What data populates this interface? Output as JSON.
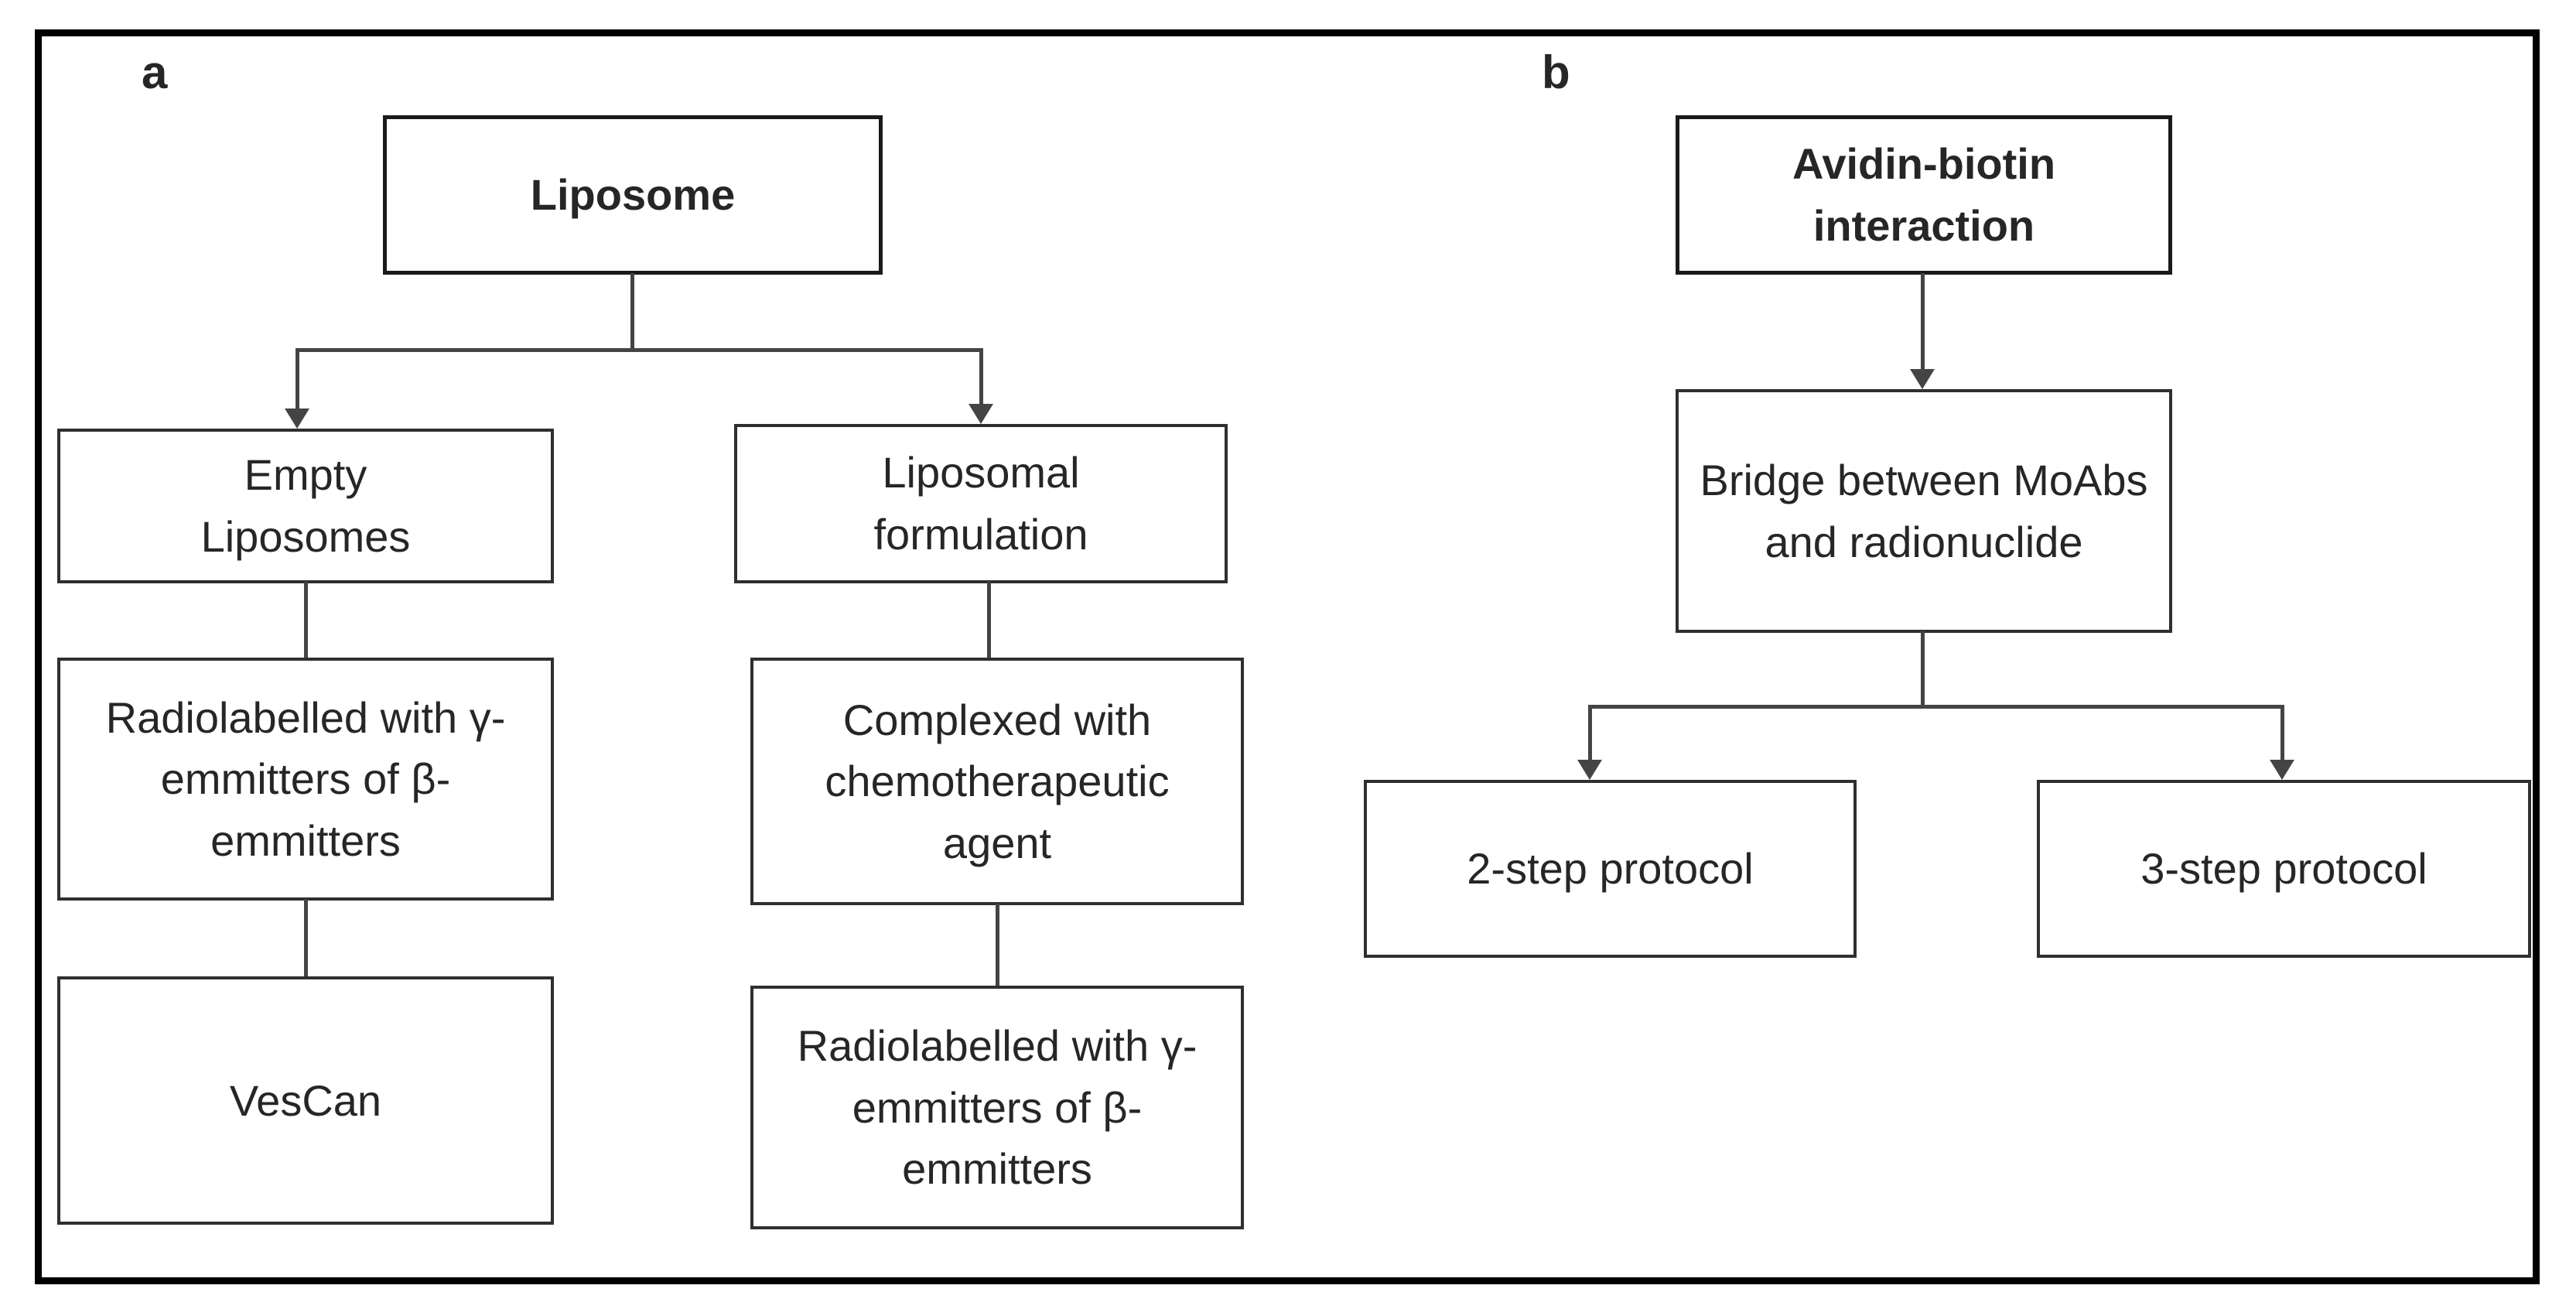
{
  "colors": {
    "background": "#ffffff",
    "frame": "#000000",
    "box_border": "#2f2f2f",
    "box_border_dark": "#1a1a1a",
    "connector": "#444444",
    "text": "#262626"
  },
  "panel_a": {
    "label": "a",
    "root": {
      "label": "Liposome"
    },
    "empty_liposomes": {
      "label": "Empty\nLiposomes"
    },
    "liposomal_formulation": {
      "label": "Liposomal\nformulation"
    },
    "radiolabelled_empty": {
      "label": "Radiolabelled with γ-\nemmitters of β-\nemmitters"
    },
    "vescan": {
      "label": "VesCan"
    },
    "complexed": {
      "label": "Complexed with\nchemotherapeutic\nagent"
    },
    "radiolabelled_formulation": {
      "label": "Radiolabelled with γ-\nemmitters of β-\nemmitters"
    }
  },
  "panel_b": {
    "label": "b",
    "root": {
      "label": "Avidin-biotin\ninteraction"
    },
    "bridge": {
      "label": "Bridge between MoAbs\nand radionuclide"
    },
    "two_step": {
      "label": "2-step protocol"
    },
    "three_step": {
      "label": "3-step protocol"
    }
  }
}
